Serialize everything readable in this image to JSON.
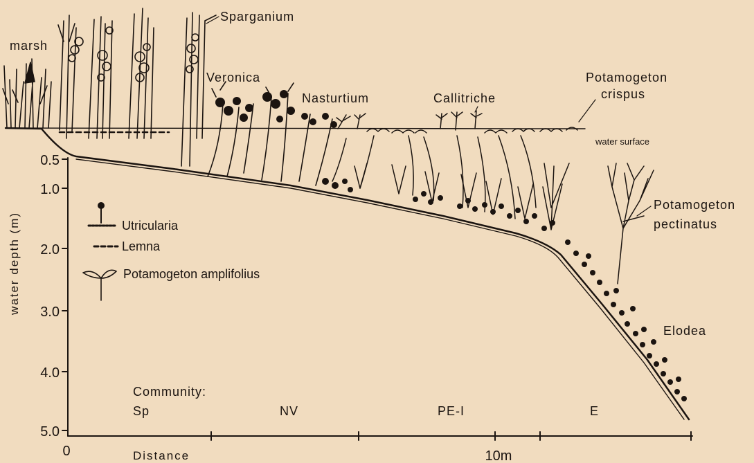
{
  "axis": {
    "y_label": "water depth (m)",
    "y_ticks": [
      "0.5",
      "1.0",
      "2.0",
      "3.0",
      "4.0",
      "5.0"
    ],
    "x_label": "Distance",
    "x_ticks": [
      "0",
      "10m"
    ]
  },
  "labels": {
    "marsh": "marsh",
    "sparganium": "Sparganium",
    "veronica": "Veronica",
    "nasturtium": "Nasturtium",
    "callitriche": "Callitriche",
    "potamogeton_crispus_1": "Potamogeton",
    "potamogeton_crispus_2": "crispus",
    "water_surface": "water surface",
    "potamogeton_pectinatus_1": "Potamogeton",
    "potamogeton_pectinatus_2": "pectinatus",
    "elodea": "Elodea"
  },
  "legend": [
    {
      "icon": "utricularia-icon",
      "label": "Utricularia"
    },
    {
      "icon": "lemna-icon",
      "label": "Lemna"
    },
    {
      "icon": "potamogeton-amplifolius-icon",
      "label": "Potamogeton amplifolius"
    }
  ],
  "community": {
    "title": "Community:",
    "zones": [
      "Sp",
      "NV",
      "PE-I",
      "E"
    ]
  },
  "colors": {
    "background": "#f1dcbf",
    "ink": "#1b1410"
  }
}
